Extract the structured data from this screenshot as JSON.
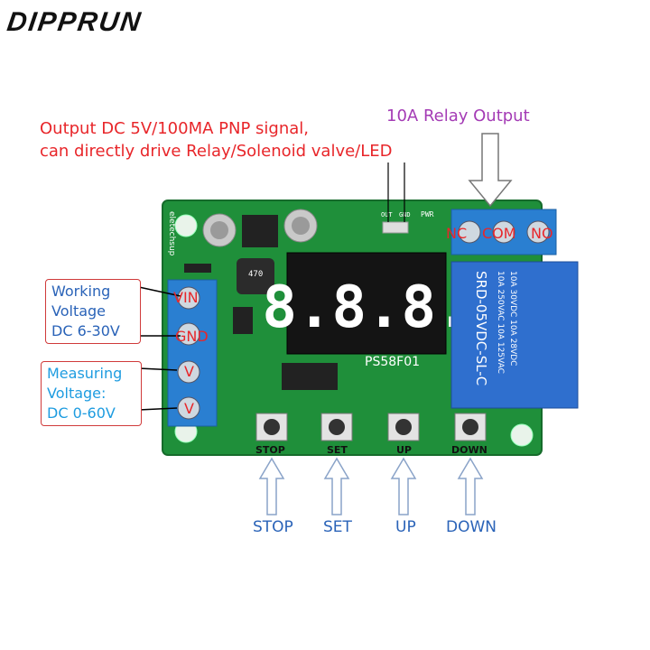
{
  "brand": {
    "logo_text": "DIPPRUN"
  },
  "annotations": {
    "output_line1": "Output DC 5V/100MA PNP signal,",
    "output_line2": "can directly drive Relay/Solenoid valve/LED",
    "relay_output": "10A Relay Output",
    "working_line1": "Working",
    "working_line2": "Voltage",
    "working_line3": "DC 6-30V",
    "measuring_line1": "Measuring",
    "measuring_line2": "Voltage:",
    "measuring_line3": "DC 0-60V"
  },
  "terminals": {
    "vin": "VIN",
    "gnd": "GND",
    "v_plus": "V",
    "v_minus": "V",
    "nc": "NC",
    "com": "COM",
    "no": "NO"
  },
  "board": {
    "display_digits": "8.8.8.",
    "model": "PS58F01",
    "relay_text1": "SRD-05VDC-SL-C",
    "relay_text2": "10A 250VAC 10A 125VAC",
    "relay_text3": "10A 30VDC 10A 28VDC",
    "silk_out": "OUT",
    "silk_gnd": "GND",
    "silk_pwr": "PWR",
    "silk_left": "eletechsup",
    "silk_nc": "NC",
    "silk_com": "COM",
    "silk_no": "NO",
    "silk_stop": "STOP",
    "silk_set": "SET",
    "silk_up": "UP",
    "silk_down": "DOWN",
    "inductor": "470"
  },
  "buttons": {
    "stop": "STOP",
    "set": "SET",
    "up": "UP",
    "down": "DOWN"
  },
  "colors": {
    "pcb": "#1f8f3a",
    "terminal": "#2a7fd1",
    "relay": "#2f6fce",
    "annotation_red": "#e8262a",
    "annotation_blue": "#2a63b8",
    "annotation_purple": "#a43bb5"
  }
}
